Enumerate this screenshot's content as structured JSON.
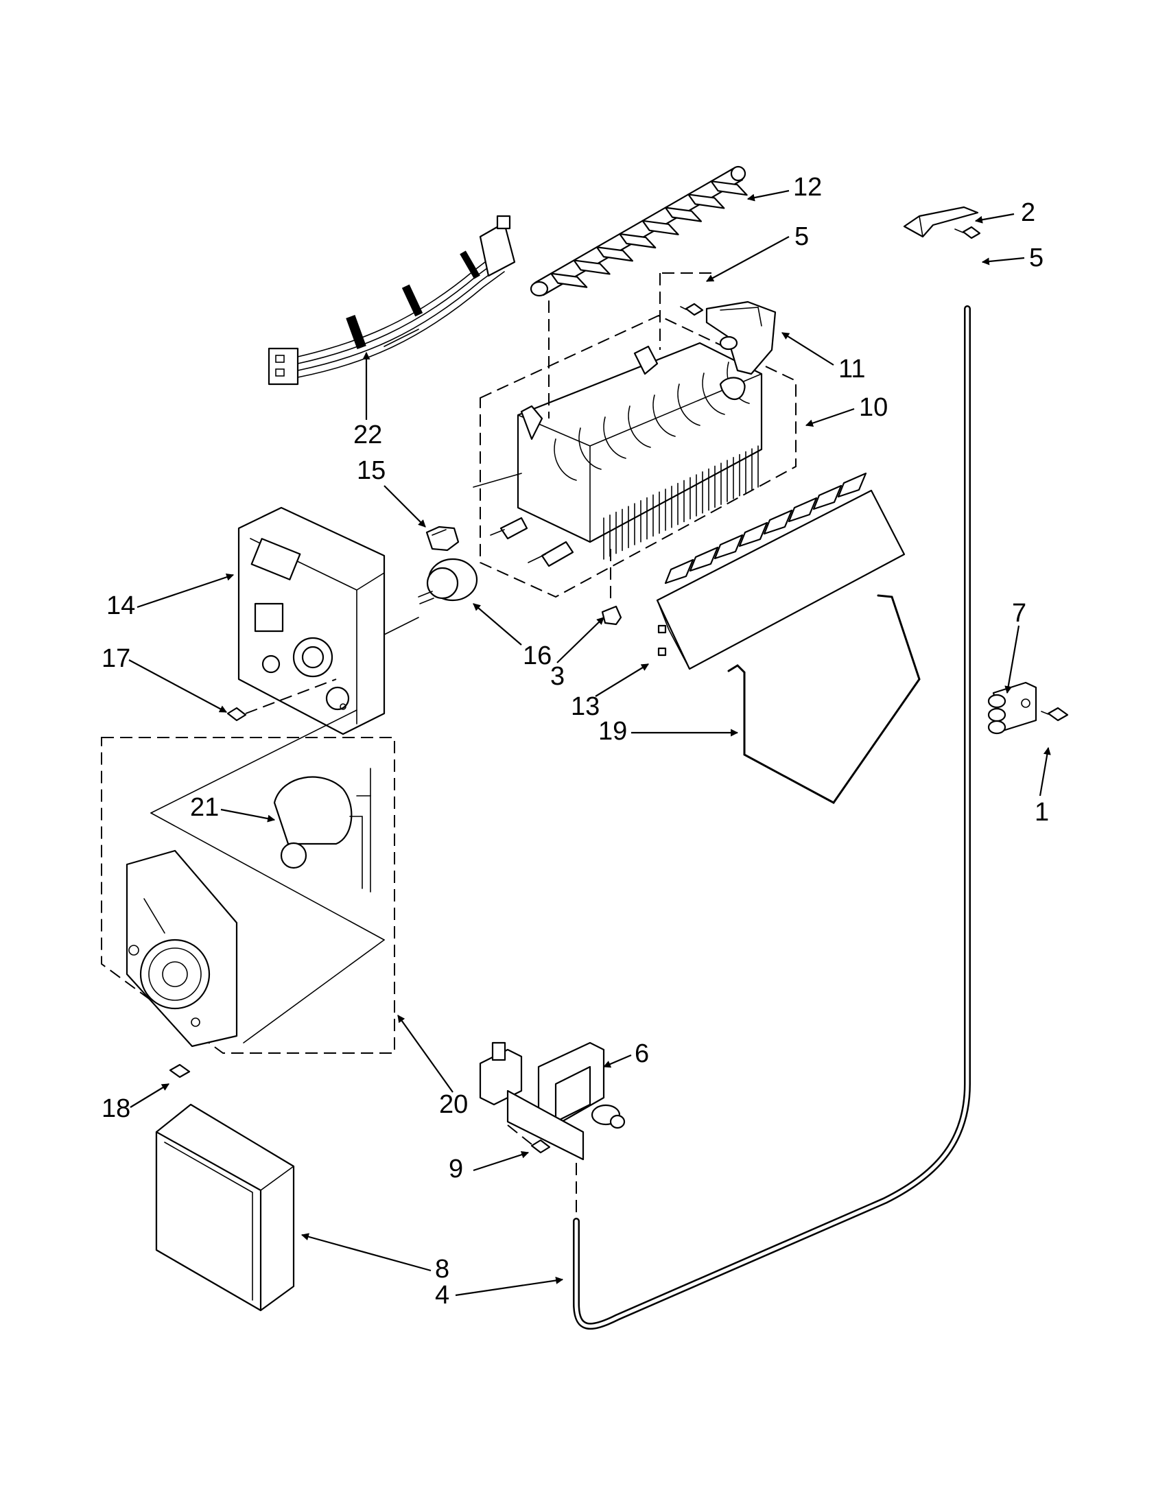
{
  "callouts": [
    {
      "id": "c1",
      "text": "1"
    },
    {
      "id": "c2",
      "text": "2"
    },
    {
      "id": "c3",
      "text": "3"
    },
    {
      "id": "c4",
      "text": "4"
    },
    {
      "id": "c5a",
      "text": "5"
    },
    {
      "id": "c5b",
      "text": "5"
    },
    {
      "id": "c6",
      "text": "6"
    },
    {
      "id": "c7",
      "text": "7"
    },
    {
      "id": "c8",
      "text": "8"
    },
    {
      "id": "c9",
      "text": "9"
    },
    {
      "id": "c10",
      "text": "10"
    },
    {
      "id": "c11",
      "text": "11"
    },
    {
      "id": "c12",
      "text": "12"
    },
    {
      "id": "c13",
      "text": "13"
    },
    {
      "id": "c14",
      "text": "14"
    },
    {
      "id": "c15",
      "text": "15"
    },
    {
      "id": "c16",
      "text": "16"
    },
    {
      "id": "c17",
      "text": "17"
    },
    {
      "id": "c18",
      "text": "18"
    },
    {
      "id": "c19",
      "text": "19"
    },
    {
      "id": "c20",
      "text": "20"
    },
    {
      "id": "c21",
      "text": "21"
    },
    {
      "id": "c22",
      "text": "22"
    }
  ]
}
